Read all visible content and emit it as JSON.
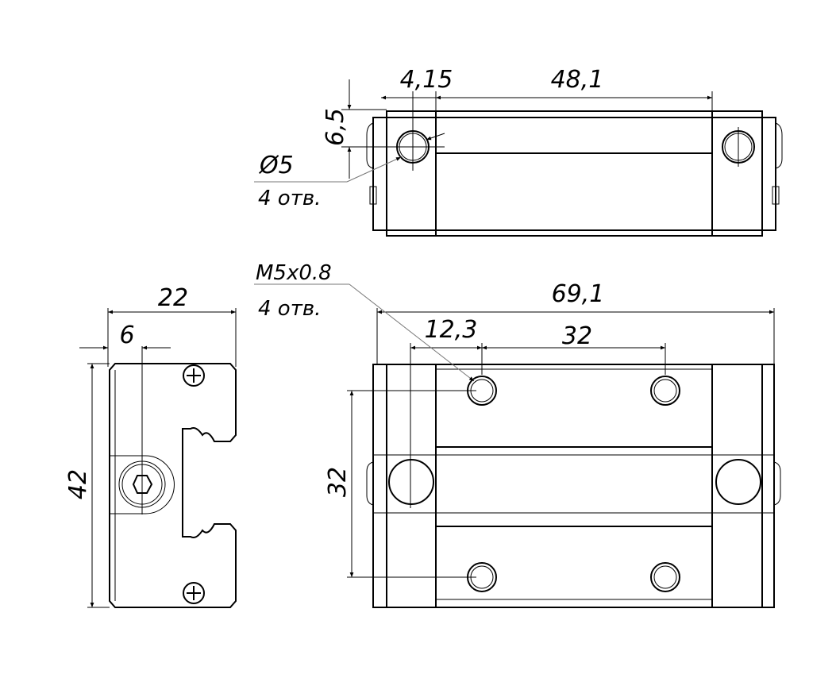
{
  "top_view": {
    "dim_offset": "4,15",
    "dim_length": "48,1",
    "dim_height": "6,5",
    "hole_diameter": "Ø5",
    "hole_count": "4 отв."
  },
  "side_view": {
    "dim_width": "22",
    "dim_offset": "6",
    "dim_height": "42"
  },
  "front_view": {
    "thread": "M5x0.8",
    "thread_count": "4 отв.",
    "dim_length": "69,1",
    "dim_offset": "12,3",
    "dim_pitch_x": "32",
    "dim_pitch_y": "32"
  }
}
